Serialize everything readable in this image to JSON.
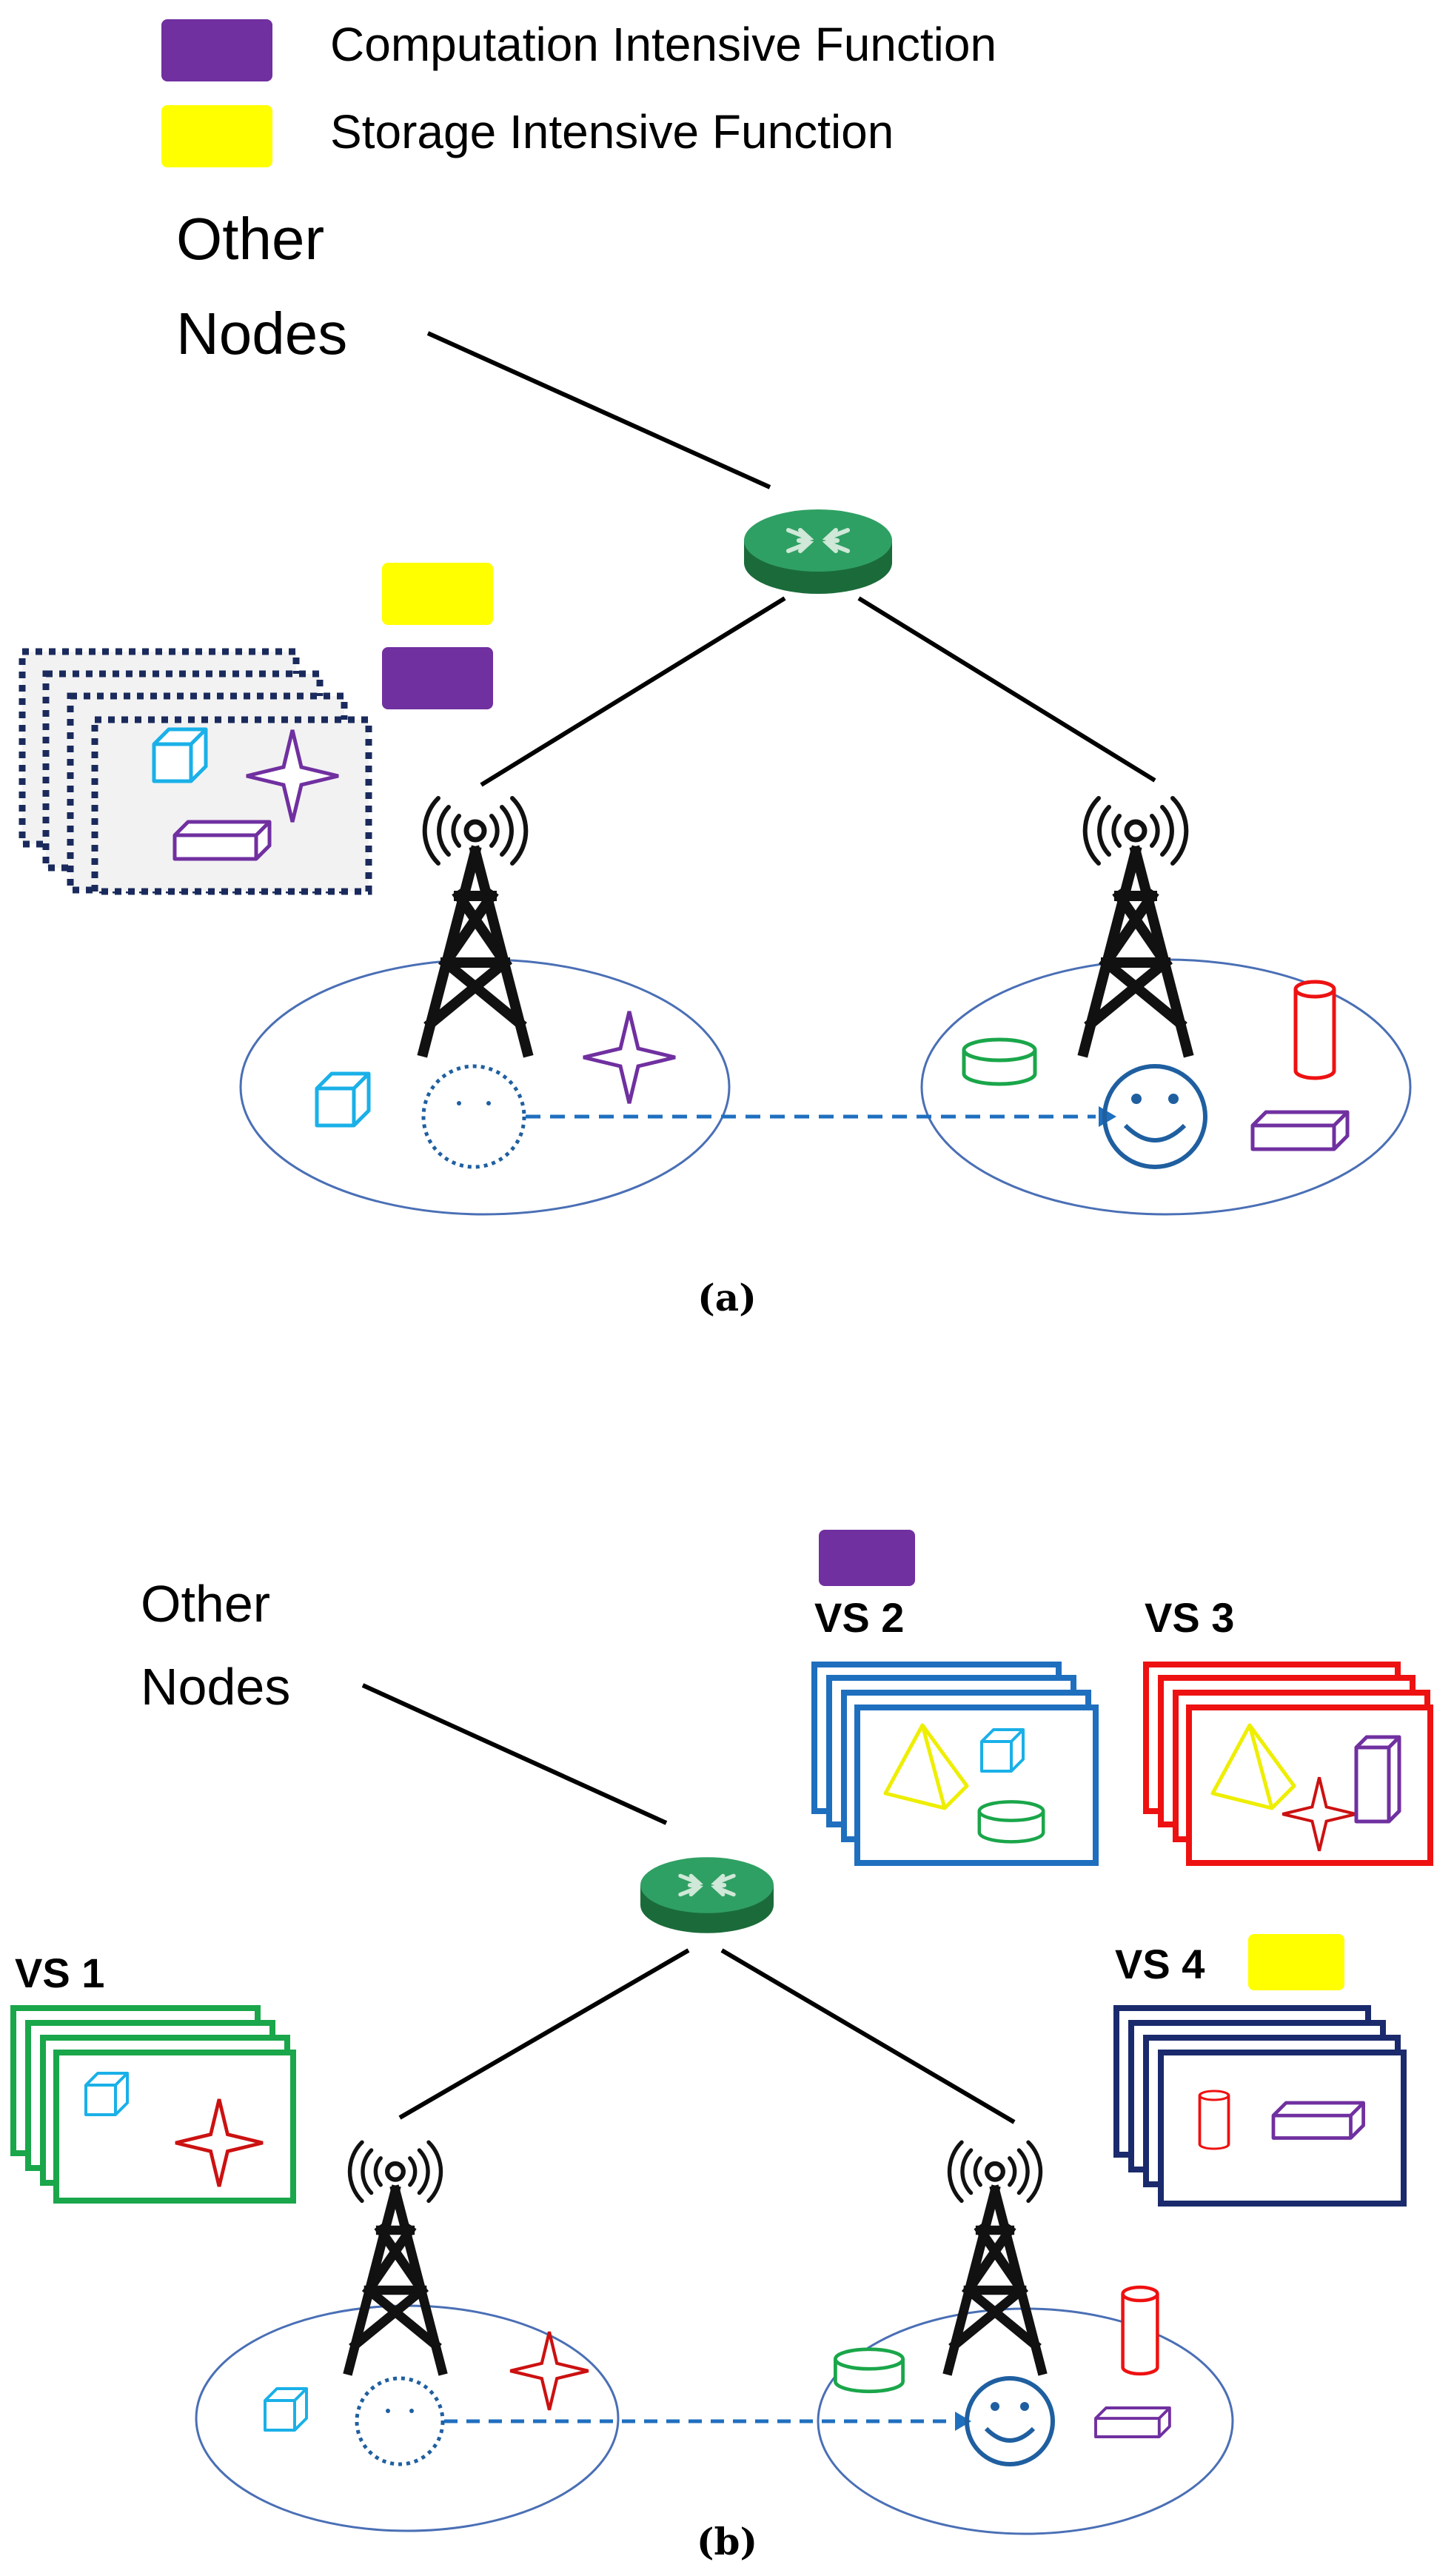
{
  "legend": {
    "computation_label": "Computation Intensive Function",
    "storage_label": "Storage Intensive Function",
    "computation_color": "#7030a0",
    "storage_color": "#ffff00"
  },
  "panel_a": {
    "other_nodes_line1": "Other",
    "other_nodes_line2": "Nodes",
    "caption": "(a)"
  },
  "panel_b": {
    "other_nodes_line1": "Other",
    "other_nodes_line2": "Nodes",
    "vs1_label": "VS 1",
    "vs2_label": "VS 2",
    "vs3_label": "VS 3",
    "vs4_label": "VS 4",
    "caption": "(b)"
  },
  "colors": {
    "router": "#2e8b57",
    "cell_outline": "#4a6fb5",
    "handover_arrow": "#1f6fbf",
    "cyan_shape": "#1ab0e8",
    "purple_shape": "#7030a0",
    "green_shape": "#1aa64a",
    "red_shape": "#ee1111",
    "dark_red_star": "#cc1111",
    "yellow_shape": "#eeee00",
    "vs1_border": "#1aa64a",
    "vs2_border": "#1f6fbf",
    "vs3_border": "#ee1111",
    "vs4_border": "#1a2a6c",
    "dotted_slice": "#1a2a5c"
  }
}
